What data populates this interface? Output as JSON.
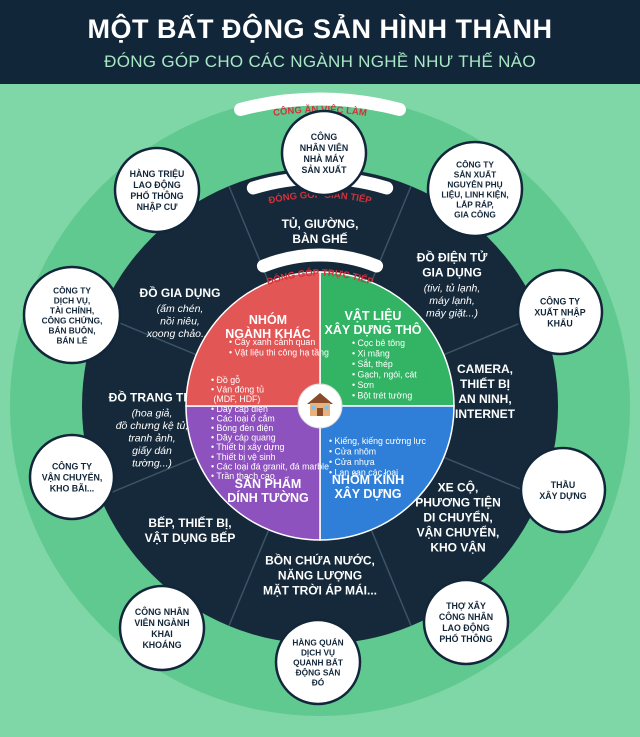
{
  "title": "MỘT BẤT ĐỘNG SẢN HÌNH THÀNH",
  "subtitle": "ĐÓNG GÓP CHO CÁC NGÀNH NGHỀ NHƯ THẾ NÀO",
  "colors": {
    "header": "#12263a",
    "background": "#7fd6a6",
    "outer_ring": "#5fc98f",
    "mid_ring": "#15293a",
    "red": "#e35656",
    "green": "#33b465",
    "blue": "#2f7fd8",
    "purple": "#8e52bf"
  },
  "ring_labels": {
    "outer": "CÔNG ĂN VIỆC LÀM",
    "middle": "ĐÓNG GÓP GIÁN TIẾP",
    "inner": "ĐÓNG GÓP TRỰC TIẾP"
  },
  "center_icon": "house-icon",
  "outer_circles": [
    {
      "label": "CÔNG\nNHÂN VIÊN\nNHÀ MÁY\nSẢN XUẤT"
    },
    {
      "label": "CÔNG TY\nSẢN XUẤT\nNGUYÊN PHỤ\nLIỆU, LINH KIỆN,\nLẮP RÁP,\nGIA CÔNG"
    },
    {
      "label": "CÔNG TY\nXUẤT NHẬP\nKHẨU"
    },
    {
      "label": "THẦU\nXÂY DỰNG"
    },
    {
      "label": "THỢ XÂY\nCÔNG NHÂN\nLAO ĐỘNG\nPHỔ THÔNG"
    },
    {
      "label": "HÀNG QUÁN\nDỊCH VỤ\nQUANH BẤT\nĐỘNG SẢN\nĐÓ"
    },
    {
      "label": "CÔNG NHÂN\nVIÊN NGÀNH\nKHAI\nKHOÁNG"
    },
    {
      "label": "CÔNG TY\nVẬN CHUYỂN,\nKHO BÃI..."
    },
    {
      "label": "CÔNG TY\nDỊCH VỤ,\nTÀI CHÍNH,\nCÔNG CHỨNG,\nBÁN BUÔN,\nBÁN LẺ"
    },
    {
      "label": "HÀNG TRIỆU\nLAO ĐỘNG\nPHỔ THÔNG\nNHẬP CƯ"
    }
  ],
  "indirect_segments": [
    {
      "title": "TỦ, GIƯỜNG,\nBÀN GHẾ",
      "note": ""
    },
    {
      "title": "ĐỒ ĐIỆN TỬ\nGIA DỤNG",
      "note": "(tivi, tủ lạnh,\nmáy lạnh,\nmáy giặt...)"
    },
    {
      "title": "CAMERA,\nTHIẾT BỊ\nAN NINH,\nINTERNET",
      "note": ""
    },
    {
      "title": "XE CỘ,\nPHƯƠNG TIỆN\nDI CHUYỂN,\nVẬN CHUYỂN,\nKHO VẬN",
      "note": ""
    },
    {
      "title": "BỒN CHỨA NƯỚC,\nNĂNG LƯỢNG\nMẶT TRỜI ÁP MÁI...",
      "note": ""
    },
    {
      "title": "BẾP, THIẾT BỊ,\nVẬT DỤNG BẾP",
      "note": ""
    },
    {
      "title": "ĐỒ TRANG TRÍ",
      "note": "(hoa giả,\nđồ chưng kệ tủ,\ntranh ảnh,\ngiấy dán\ntường...)"
    },
    {
      "title": "ĐỒ GIA DỤNG",
      "note": "(ấm chén,\nnồi niêu,\nxoong chảo...)"
    }
  ],
  "direct_segments": [
    {
      "title": "VẬT LIỆU\nXÂY DỰNG THÔ",
      "items": [
        "Cọc bê tông",
        "Xi măng",
        "Sắt, thép",
        "Gạch, ngói, cát",
        "Sơn",
        "Bột trét tường"
      ]
    },
    {
      "title": "NHÔM KÍNH\nXÂY DỰNG",
      "items": [
        "Kiếng, kiếng cường lực",
        "Cửa nhôm",
        "Cửa nhựa",
        "Lan can các loại"
      ]
    },
    {
      "title": "SẢN PHẨM\nDÍNH TƯỜNG",
      "items": [
        "Đồ gỗ",
        "Ván đóng tủ\n(MDF, HDF)",
        "Dây cáp điện",
        "Các loại ổ cắm",
        "Bóng đèn điện",
        "Dây cáp quang",
        "Thiết bị xây dựng",
        "Thiết bị vệ sinh",
        "Các loại đá granit, đá marble",
        "Trần thạch cao"
      ]
    },
    {
      "title": "NHÓM\nNGÀNH KHÁC",
      "items": [
        "Cây xanh cảnh quan",
        "Vật liệu thi công hạ tầng"
      ]
    }
  ]
}
